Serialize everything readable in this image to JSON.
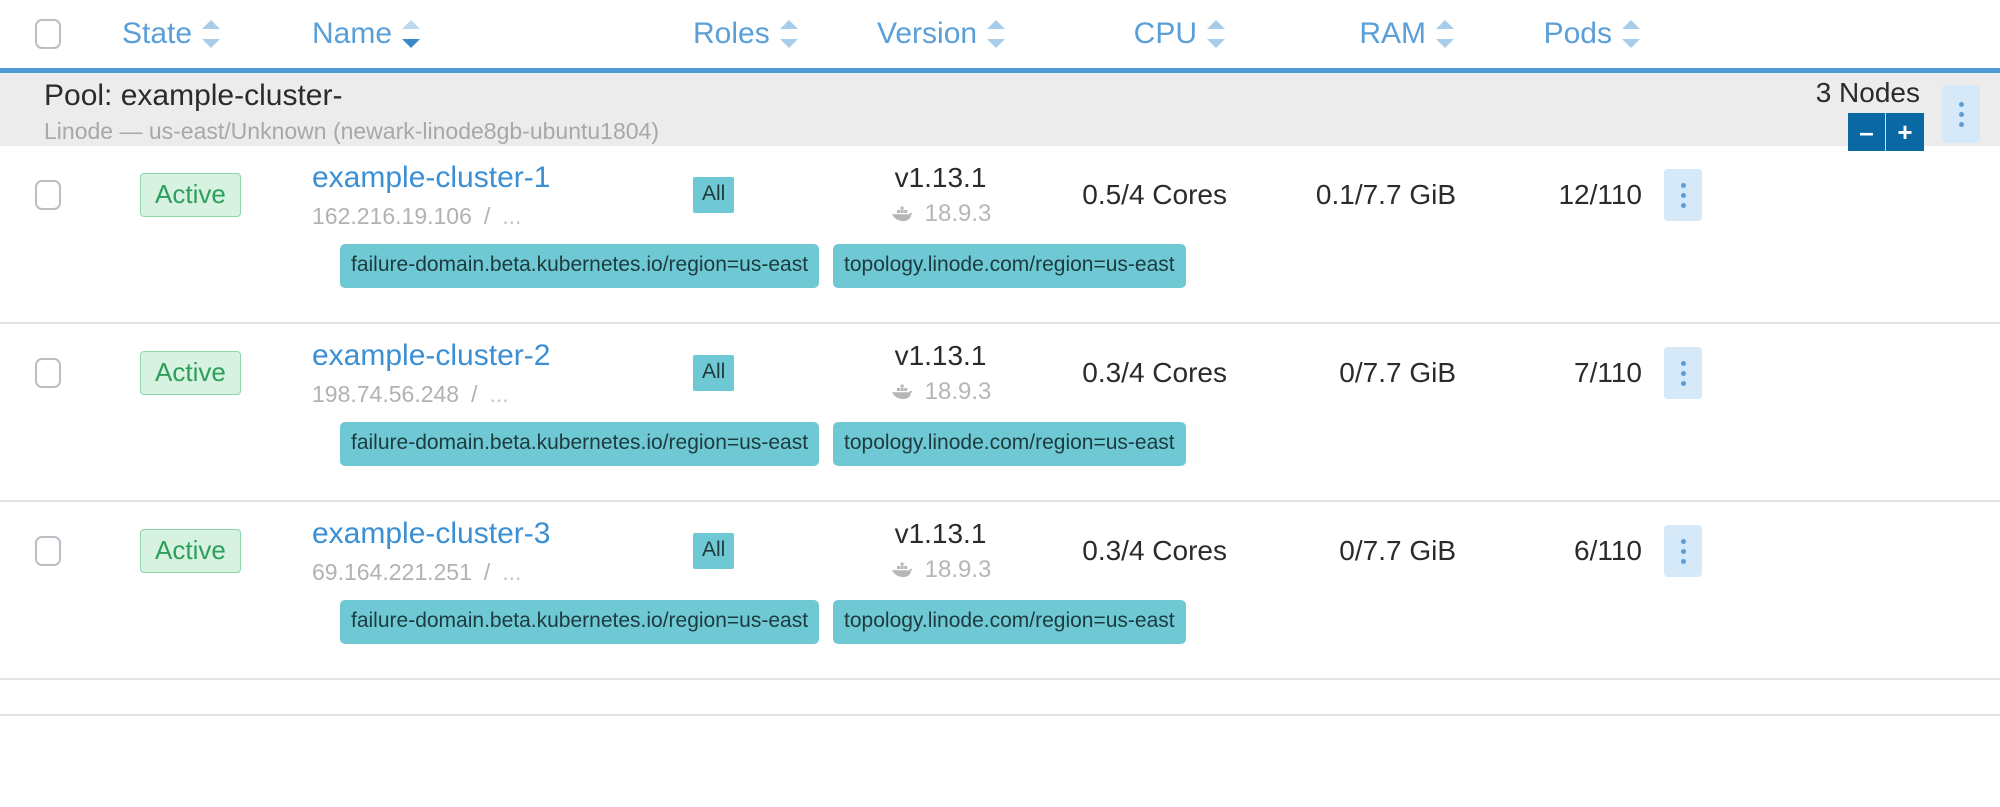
{
  "columns": [
    {
      "key": "state",
      "label": "State",
      "sort": "none",
      "icon": "sort-chevrons-icon"
    },
    {
      "key": "name",
      "label": "Name",
      "sort": "desc",
      "icon": "sort-chevrons-icon"
    },
    {
      "key": "roles",
      "label": "Roles",
      "sort": "none",
      "icon": "sort-chevrons-icon"
    },
    {
      "key": "version",
      "label": "Version",
      "sort": "none",
      "icon": "sort-chevrons-icon"
    },
    {
      "key": "cpu",
      "label": "CPU",
      "sort": "none",
      "icon": "sort-chevrons-icon"
    },
    {
      "key": "ram",
      "label": "RAM",
      "sort": "none",
      "icon": "sort-chevrons-icon"
    },
    {
      "key": "pods",
      "label": "Pods",
      "sort": "none",
      "icon": "sort-chevrons-icon"
    }
  ],
  "pool": {
    "title": "Pool: example-cluster-",
    "subtitle": "Linode — us-east/Unknown (newark-linode8gb-ubuntu1804)",
    "node_count_label": "3 Nodes",
    "decrement_label": "–",
    "increment_label": "+",
    "menu_icon": "kebab-menu-icon"
  },
  "rows": [
    {
      "state": "Active",
      "name": "example-cluster-1",
      "ip": "162.216.19.106",
      "ip_separator": "/",
      "ip_more": "...",
      "role": "All",
      "version": "v1.13.1",
      "docker": "18.9.3",
      "cpu": "0.5/4 Cores",
      "ram": "0.1/7.7 GiB",
      "pods": "12/110",
      "labels": [
        "failure-domain.beta.kubernetes.io/region=us-east",
        "topology.linode.com/region=us-east"
      ]
    },
    {
      "state": "Active",
      "name": "example-cluster-2",
      "ip": "198.74.56.248",
      "ip_separator": "/",
      "ip_more": "...",
      "role": "All",
      "version": "v1.13.1",
      "docker": "18.9.3",
      "cpu": "0.3/4 Cores",
      "ram": "0/7.7 GiB",
      "pods": "7/110",
      "labels": [
        "failure-domain.beta.kubernetes.io/region=us-east",
        "topology.linode.com/region=us-east"
      ]
    },
    {
      "state": "Active",
      "name": "example-cluster-3",
      "ip": "69.164.221.251",
      "ip_separator": "/",
      "ip_more": "...",
      "role": "All",
      "version": "v1.13.1",
      "docker": "18.9.3",
      "cpu": "0.3/4 Cores",
      "ram": "0/7.7 GiB",
      "pods": "6/110",
      "labels": [
        "failure-domain.beta.kubernetes.io/region=us-east",
        "topology.linode.com/region=us-east"
      ]
    }
  ],
  "colors": {
    "header_link": "#5a9fd8",
    "accent_blue": "#4d9ad4",
    "button_blue": "#0a68a3",
    "chip_teal": "#6fc9d4",
    "status_green": "#2e9e5b",
    "status_green_bg": "#d7f2e1",
    "pool_band_bg": "#ececec",
    "kebab_bg": "#d6e9f8"
  }
}
